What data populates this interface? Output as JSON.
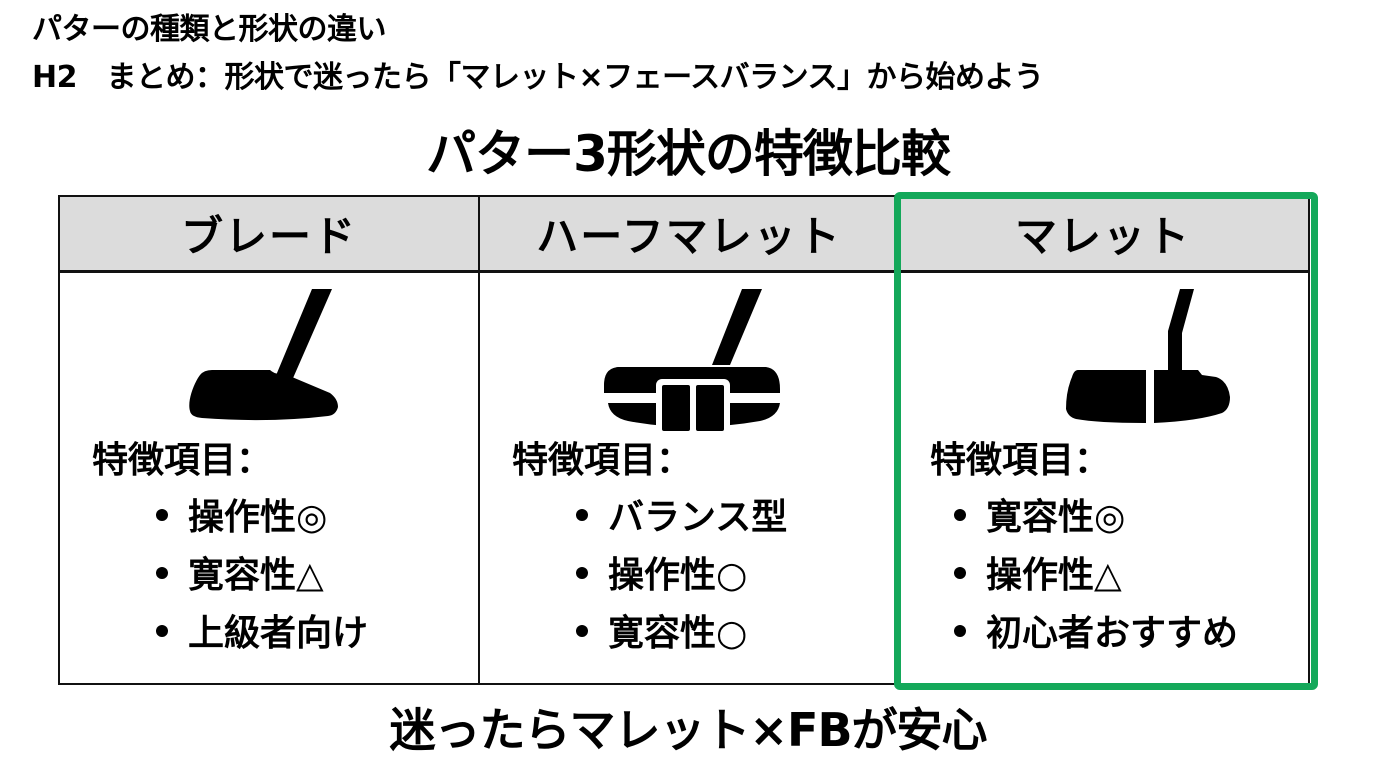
{
  "header": {
    "line1": "パターの種類と形状の違い",
    "line2": "H2　まとめ：形状で迷ったら「マレット×フェースバランス」から始めよう"
  },
  "diagram": {
    "title": "パター3形状の特徴比較",
    "highlight_color": "#14a85a",
    "header_bg": "#dcdcdc",
    "columns": [
      {
        "name": "ブレード",
        "icon": "blade-putter-icon",
        "feature_label": "特徴項目：",
        "features": [
          "操作性◎",
          "寛容性△",
          "上級者向け"
        ],
        "highlighted": false
      },
      {
        "name": "ハーフマレット",
        "icon": "half-mallet-putter-icon",
        "feature_label": "特徴項目：",
        "features": [
          "バランス型",
          "操作性○",
          "寛容性○"
        ],
        "highlighted": false
      },
      {
        "name": "マレット",
        "icon": "mallet-putter-icon",
        "feature_label": "特徴項目：",
        "features": [
          "寛容性◎",
          "操作性△",
          "初心者おすすめ"
        ],
        "highlighted": true
      }
    ],
    "conclusion": "迷ったらマレット×FBが安心"
  }
}
